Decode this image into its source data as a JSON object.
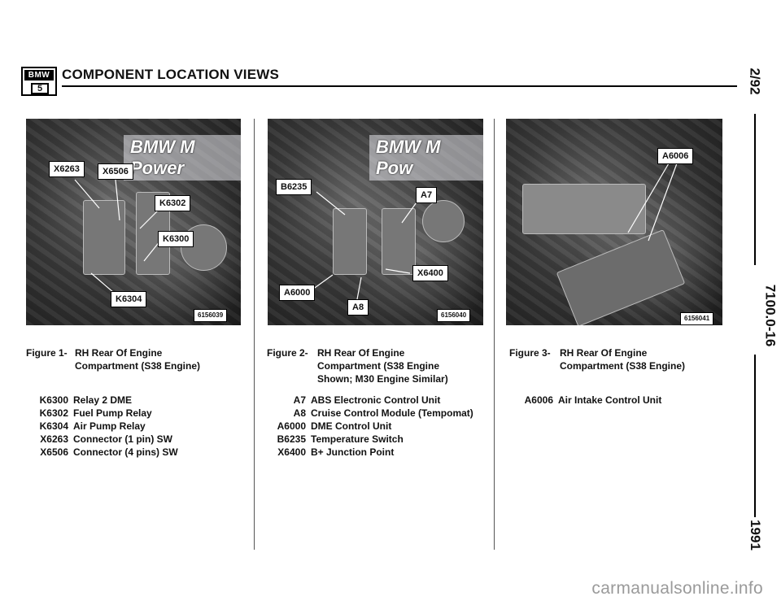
{
  "header": {
    "logo_top": "BMW",
    "logo_bottom": "5",
    "title": "COMPONENT LOCATION VIEWS"
  },
  "side": {
    "date": "2/92",
    "code": "7100.0-16",
    "year": "1991"
  },
  "figures": [
    {
      "photo_id": "6156039",
      "banner": "BMW M Power",
      "callouts": [
        "X6263",
        "X6506",
        "K6302",
        "K6300",
        "K6304"
      ],
      "caption_number": "Figure 1-",
      "caption_lines": [
        "RH Rear Of Engine",
        "Compartment (S38 Engine)"
      ],
      "legend": [
        {
          "code": "K6300",
          "desc": "Relay 2 DME"
        },
        {
          "code": "K6302",
          "desc": "Fuel Pump Relay"
        },
        {
          "code": "K6304",
          "desc": "Air Pump Relay"
        },
        {
          "code": "X6263",
          "desc": "Connector (1 pin) SW"
        },
        {
          "code": "X6506",
          "desc": "Connector (4 pins) SW"
        }
      ]
    },
    {
      "photo_id": "6156040",
      "banner": "BMW M Pow",
      "callouts": [
        "B6235",
        "A7",
        "X6400",
        "A6000",
        "A8"
      ],
      "caption_number": "Figure 2-",
      "caption_lines": [
        "RH Rear Of Engine",
        "Compartment (S38 Engine",
        "Shown; M30 Engine Similar)"
      ],
      "legend": [
        {
          "code": "A7",
          "desc": "ABS Electronic Control Unit"
        },
        {
          "code": "A8",
          "desc": "Cruise Control Module (Tempomat)"
        },
        {
          "code": "A6000",
          "desc": "DME Control Unit"
        },
        {
          "code": "B6235",
          "desc": "Temperature Switch"
        },
        {
          "code": "X6400",
          "desc": "B+ Junction Point"
        }
      ]
    },
    {
      "photo_id": "6156041",
      "callouts": [
        "A6006"
      ],
      "caption_number": "Figure 3-",
      "caption_lines": [
        "RH Rear Of Engine",
        "Compartment (S38 Engine)"
      ],
      "legend": [
        {
          "code": "A6006",
          "desc": "Air Intake Control Unit"
        }
      ]
    }
  ],
  "watermark": "carmanualsonline.info"
}
